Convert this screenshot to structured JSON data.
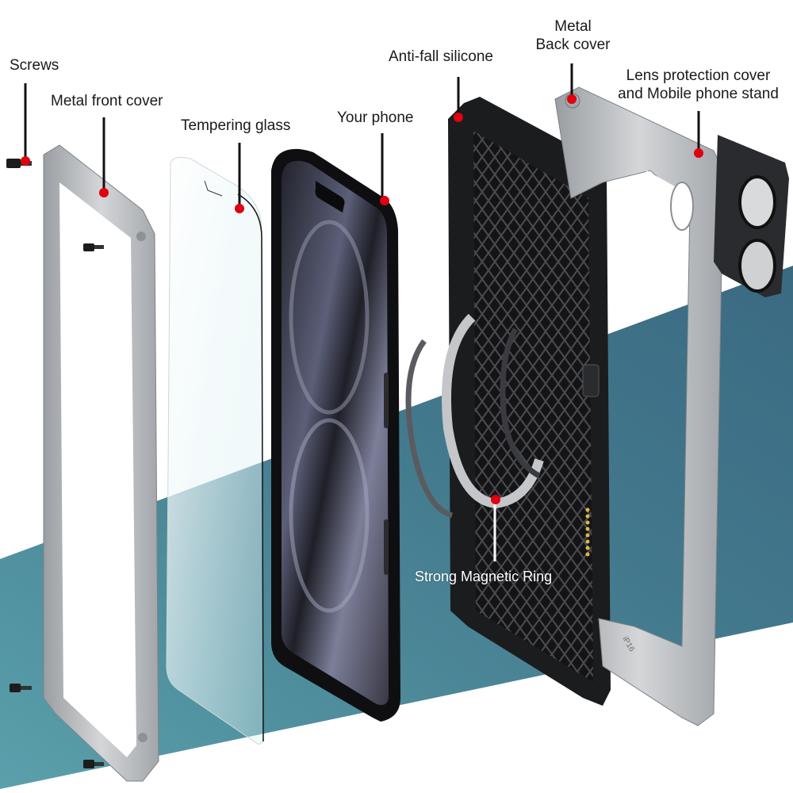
{
  "title": "Exploded view of metal phone case components",
  "colors": {
    "background": "#ffffff",
    "band_light": "#4f93a0",
    "band_dark": "#3f6f86",
    "callout_dot": "#e0000f",
    "callout_line": "#111111",
    "metal": "#b9bcbf",
    "metal_shadow": "#8e9296",
    "case_black": "#1b1c1e",
    "phone_screen": "#2d2f3d"
  },
  "callouts": [
    {
      "id": "screws",
      "label": "Screws"
    },
    {
      "id": "metal-front-cover",
      "label": "Metal front cover"
    },
    {
      "id": "tempering-glass",
      "label": "Tempering glass"
    },
    {
      "id": "your-phone",
      "label": "Your phone"
    },
    {
      "id": "anti-fall-silicone",
      "label": "Anti-fall silicone"
    },
    {
      "id": "metal-back-cover",
      "label_lines": [
        "Metal",
        "Back cover"
      ]
    },
    {
      "id": "lens-protection",
      "label_lines": [
        "Lens protection cover",
        "and Mobile phone stand"
      ]
    },
    {
      "id": "magnetic-ring",
      "label": "Strong Magnetic Ring"
    }
  ],
  "engraving": "iP16"
}
